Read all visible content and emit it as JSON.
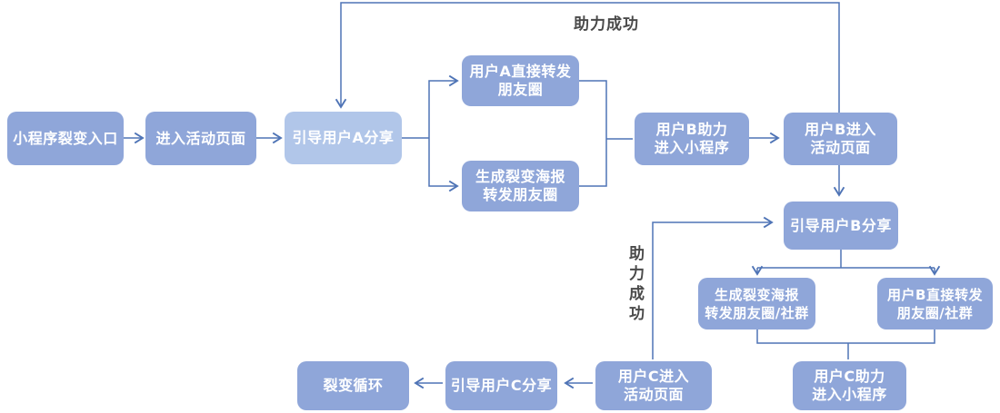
{
  "nodes": [
    {
      "id": "entry",
      "label": "小程序裂变入口"
    },
    {
      "id": "enter-activity-a",
      "label": "进入活动页面"
    },
    {
      "id": "guide-a-share",
      "label": "引导用户A分享"
    },
    {
      "id": "a-direct-share",
      "label": "用户A直接转发\n朋友圈"
    },
    {
      "id": "a-poster-share",
      "label": "生成裂变海报\n转发朋友圈"
    },
    {
      "id": "b-assist",
      "label": "用户B助力\n进入小程序"
    },
    {
      "id": "b-enter",
      "label": "用户B进入\n活动页面"
    },
    {
      "id": "guide-b-share",
      "label": "引导用户B分享"
    },
    {
      "id": "b-poster-share",
      "label": "生成裂变海报\n转发朋友圈/社群"
    },
    {
      "id": "b-direct-share",
      "label": "用户B直接转发\n朋友圈/社群"
    },
    {
      "id": "c-assist",
      "label": "用户C助力\n进入小程序"
    },
    {
      "id": "c-enter",
      "label": "用户C进入\n活动页面"
    },
    {
      "id": "guide-c-share",
      "label": "引导用户C分享"
    },
    {
      "id": "loop",
      "label": "裂变循环"
    }
  ],
  "edge_labels": {
    "assist_success_top": "助力成功",
    "assist_success_mid": "助力成功"
  },
  "colors": {
    "node_fill": "#8FA6D9",
    "node_fill_light": "#B1C6E9",
    "node_text": "#FFFFFF",
    "connector": "#4F74B6",
    "label_text": "#4A4A4A",
    "background": "#FFFFFF"
  }
}
